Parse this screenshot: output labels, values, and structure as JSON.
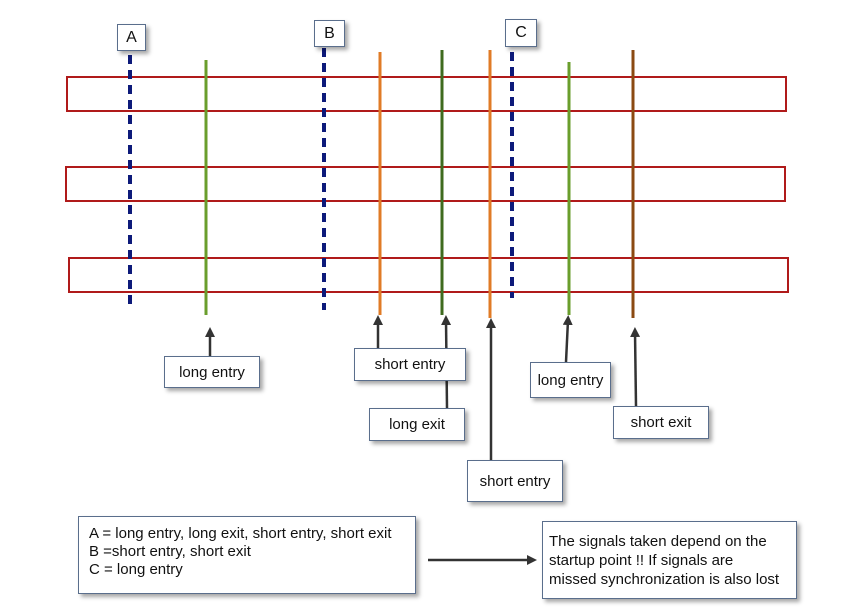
{
  "markers": {
    "a": "A",
    "b": "B",
    "c": "C"
  },
  "labels": {
    "long_entry_1": "long entry",
    "short_entry_1": "short entry",
    "long_exit": "long exit",
    "short_entry_2": "short entry",
    "long_entry_2": "long entry",
    "short_exit": "short exit"
  },
  "legend": {
    "a": "A = long entry, long exit, short entry, short exit",
    "b": "B =short entry, short exit",
    "c": "C = long entry"
  },
  "note": {
    "line1": "The signals taken depend on the",
    "line2": "startup point !! If signals are",
    "line3": "missed synchronization is also lost"
  },
  "colors": {
    "startup_marker": "#0d1a7a",
    "long_entry": "#6a9e2c",
    "long_exit": "#3f6b1f",
    "short_entry": "#e07b26",
    "short_exit": "#8b4a12",
    "bar_outline": "#b01a1a",
    "arrow": "#333333"
  }
}
